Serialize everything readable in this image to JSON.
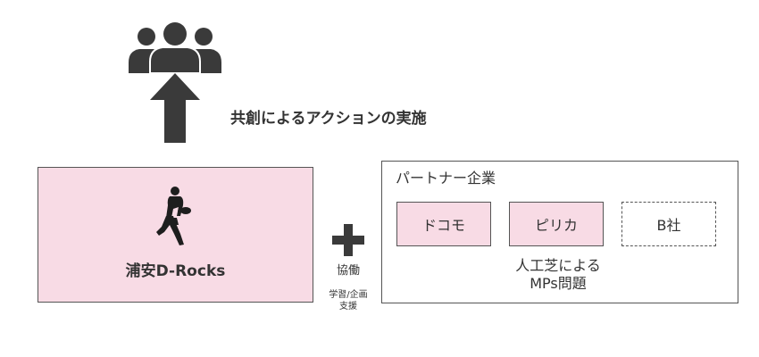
{
  "action_label": "共創によるアクションの実施",
  "team": {
    "name": "浦安D-Rocks"
  },
  "connector": {
    "collaboration_label": "協働",
    "support_label_line1": "学習/企画",
    "support_label_line2": "支援"
  },
  "partners": {
    "title": "パートナー企業",
    "companies": [
      {
        "name": "ドコモ",
        "style": "solid"
      },
      {
        "name": "ピリカ",
        "style": "solid"
      },
      {
        "name": "B社",
        "style": "dashed"
      }
    ],
    "issue_line1": "人工芝による",
    "issue_line2": "MPs問題"
  },
  "colors": {
    "pink_fill": "#f8dbe5",
    "icon_dark": "#3a3a3a",
    "border": "#555555",
    "text": "#333333"
  },
  "icons": {
    "people": "people-group-icon",
    "arrow": "arrow-up-icon",
    "player": "rugby-player-icon",
    "plus": "plus-icon"
  }
}
